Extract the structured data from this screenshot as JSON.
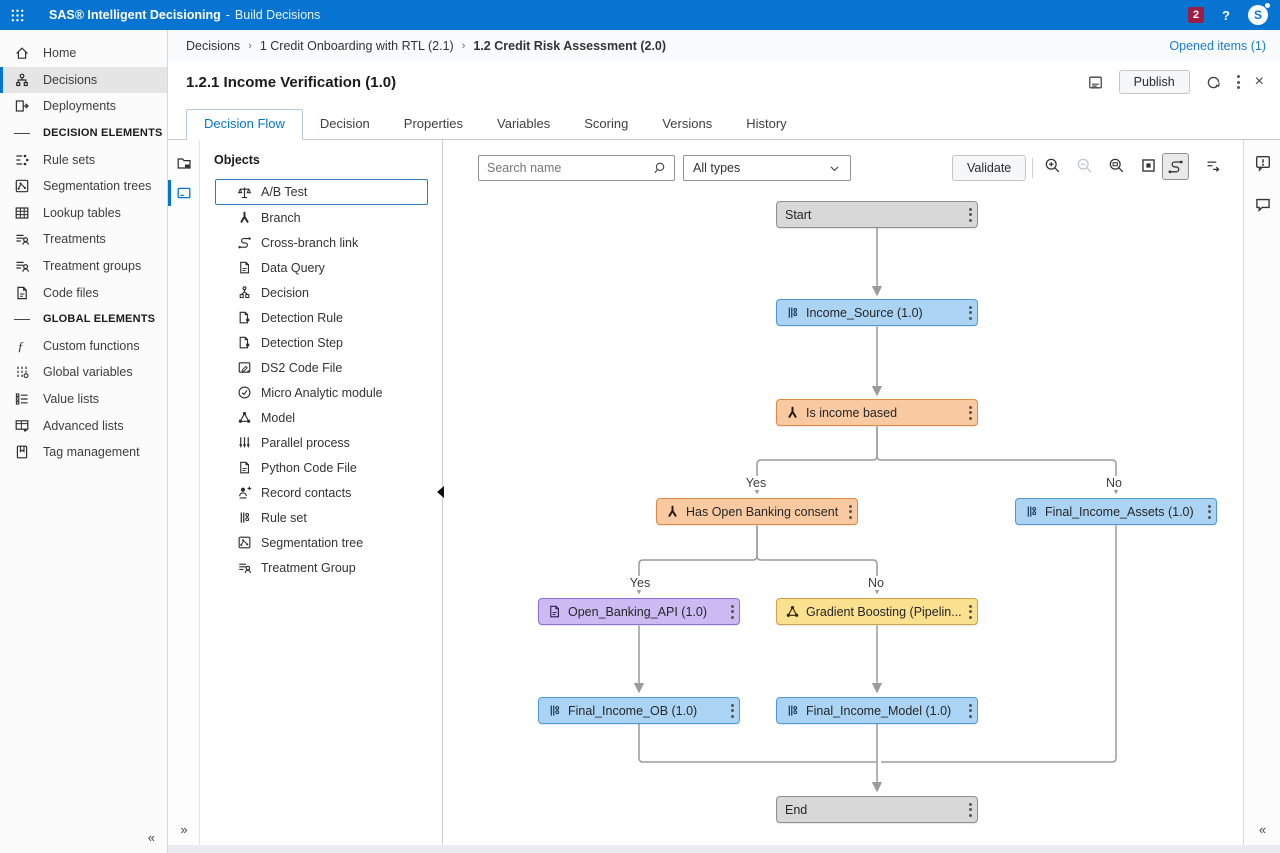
{
  "app_bar": {
    "product": "SAS® Intelligent Decisioning",
    "separator": "-",
    "app": "Build Decisions",
    "notification_count": "2",
    "help": "?",
    "avatar_initial": "S"
  },
  "breadcrumb": {
    "level1": "Decisions",
    "separator": "›",
    "level2": "1 Credit Onboarding with RTL (2.1)",
    "level3": "1.2 Credit Risk Assessment (2.0)",
    "opened_items": "Opened items (1)"
  },
  "header": {
    "title": "1.2.1 Income Verification (1.0)",
    "publish": "Publish"
  },
  "tabs": [
    {
      "label": "Decision Flow",
      "active": true
    },
    {
      "label": "Decision"
    },
    {
      "label": "Properties"
    },
    {
      "label": "Variables"
    },
    {
      "label": "Scoring"
    },
    {
      "label": "Versions"
    },
    {
      "label": "History"
    }
  ],
  "sidebar": {
    "items": [
      {
        "label": "Home"
      },
      {
        "label": "Decisions",
        "selected": true
      },
      {
        "label": "Deployments"
      }
    ],
    "decision_elements_header": "DECISION ELEMENTS",
    "decision_elements": [
      {
        "label": "Rule sets"
      },
      {
        "label": "Segmentation trees"
      },
      {
        "label": "Lookup tables"
      },
      {
        "label": "Treatments"
      },
      {
        "label": "Treatment groups"
      },
      {
        "label": "Code files"
      }
    ],
    "global_elements_header": "GLOBAL ELEMENTS",
    "global_elements": [
      {
        "label": "Custom functions"
      },
      {
        "label": "Global variables"
      },
      {
        "label": "Value lists"
      },
      {
        "label": "Advanced lists"
      },
      {
        "label": "Tag management"
      }
    ],
    "collapse": "«"
  },
  "objects_panel": {
    "title": "Objects",
    "items": [
      {
        "label": "A/B Test",
        "selected": true
      },
      {
        "label": "Branch"
      },
      {
        "label": "Cross-branch link"
      },
      {
        "label": "Data Query"
      },
      {
        "label": "Decision"
      },
      {
        "label": "Detection Rule"
      },
      {
        "label": "Detection Step"
      },
      {
        "label": "DS2 Code File"
      },
      {
        "label": "Micro Analytic module"
      },
      {
        "label": "Model"
      },
      {
        "label": "Parallel process"
      },
      {
        "label": "Python Code File"
      },
      {
        "label": "Record contacts"
      },
      {
        "label": "Rule set"
      },
      {
        "label": "Segmentation tree"
      },
      {
        "label": "Treatment Group"
      }
    ],
    "expand": "»"
  },
  "canvas_toolbar": {
    "search_placeholder": "Search name",
    "type_filter_value": "All types",
    "validate": "Validate"
  },
  "flow": {
    "nodes": {
      "start": {
        "label": "Start",
        "type": "start"
      },
      "income_source": {
        "label": "Income_Source (1.0)",
        "type": "rule set"
      },
      "is_income_based": {
        "label": "Is income based",
        "type": "branch"
      },
      "has_ob_consent": {
        "label": "Has Open Banking consent",
        "type": "branch"
      },
      "final_income_assets": {
        "label": "Final_Income_Assets (1.0)",
        "type": "rule set"
      },
      "open_banking_api": {
        "label": "Open_Banking_API (1.0)",
        "type": "data query"
      },
      "gradient_boosting": {
        "label": "Gradient Boosting (Pipelin...",
        "type": "model"
      },
      "final_income_ob": {
        "label": "Final_Income_OB (1.0)",
        "type": "rule set"
      },
      "final_income_model": {
        "label": "Final_Income_Model (1.0)",
        "type": "rule set"
      },
      "end": {
        "label": "End",
        "type": "end"
      }
    },
    "edge_labels": {
      "branch1_yes": "Yes",
      "branch1_no": "No",
      "branch2_yes": "Yes",
      "branch2_no": "No"
    }
  },
  "right_rail": {
    "collapse": "«"
  },
  "colors": {
    "app_bar": "#0774d1",
    "accent": "#0774d1",
    "notification_badge": "#9d1c42",
    "link": "#1a7bd4",
    "node_gray_fill": "#d8d8d8",
    "node_gray_border": "#8f8f8f",
    "node_blue_fill": "#abd4f4",
    "node_blue_border": "#4f9ad6",
    "node_orange_fill": "#f9c9a2",
    "node_orange_border": "#df8a3e",
    "node_purple_fill": "#ccbaf3",
    "node_purple_border": "#8d6cd9",
    "node_yellow_fill": "#fae18f",
    "node_yellow_border": "#cfa14a",
    "edge": "#9b9b9b"
  }
}
